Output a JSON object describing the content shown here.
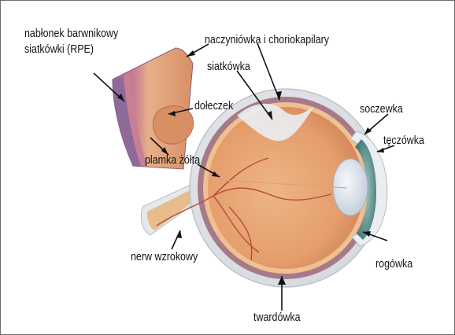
{
  "labels": {
    "rpe": "nabłonek barwnikowy\nsiatkówki (RPE)",
    "choroid": "naczyniówka i choriokapilary",
    "retina": "siatkówka",
    "fovea": "dołeczek",
    "macula": "plamka żółta",
    "lens": "soczewka",
    "iris": "tęczówka",
    "optic_nerve": "nerw wzrokowy",
    "cornea": "rogówka",
    "sclera": "twardówka"
  },
  "colors": {
    "sclera": "#e3e6ea",
    "choroid": "#b08090",
    "retina": "#f2c090",
    "vitreous": "#e8a677",
    "iris": "#4f8a86",
    "lens": "#dde6ef",
    "vessel": "#b84a3a",
    "arrow": "#111111"
  }
}
